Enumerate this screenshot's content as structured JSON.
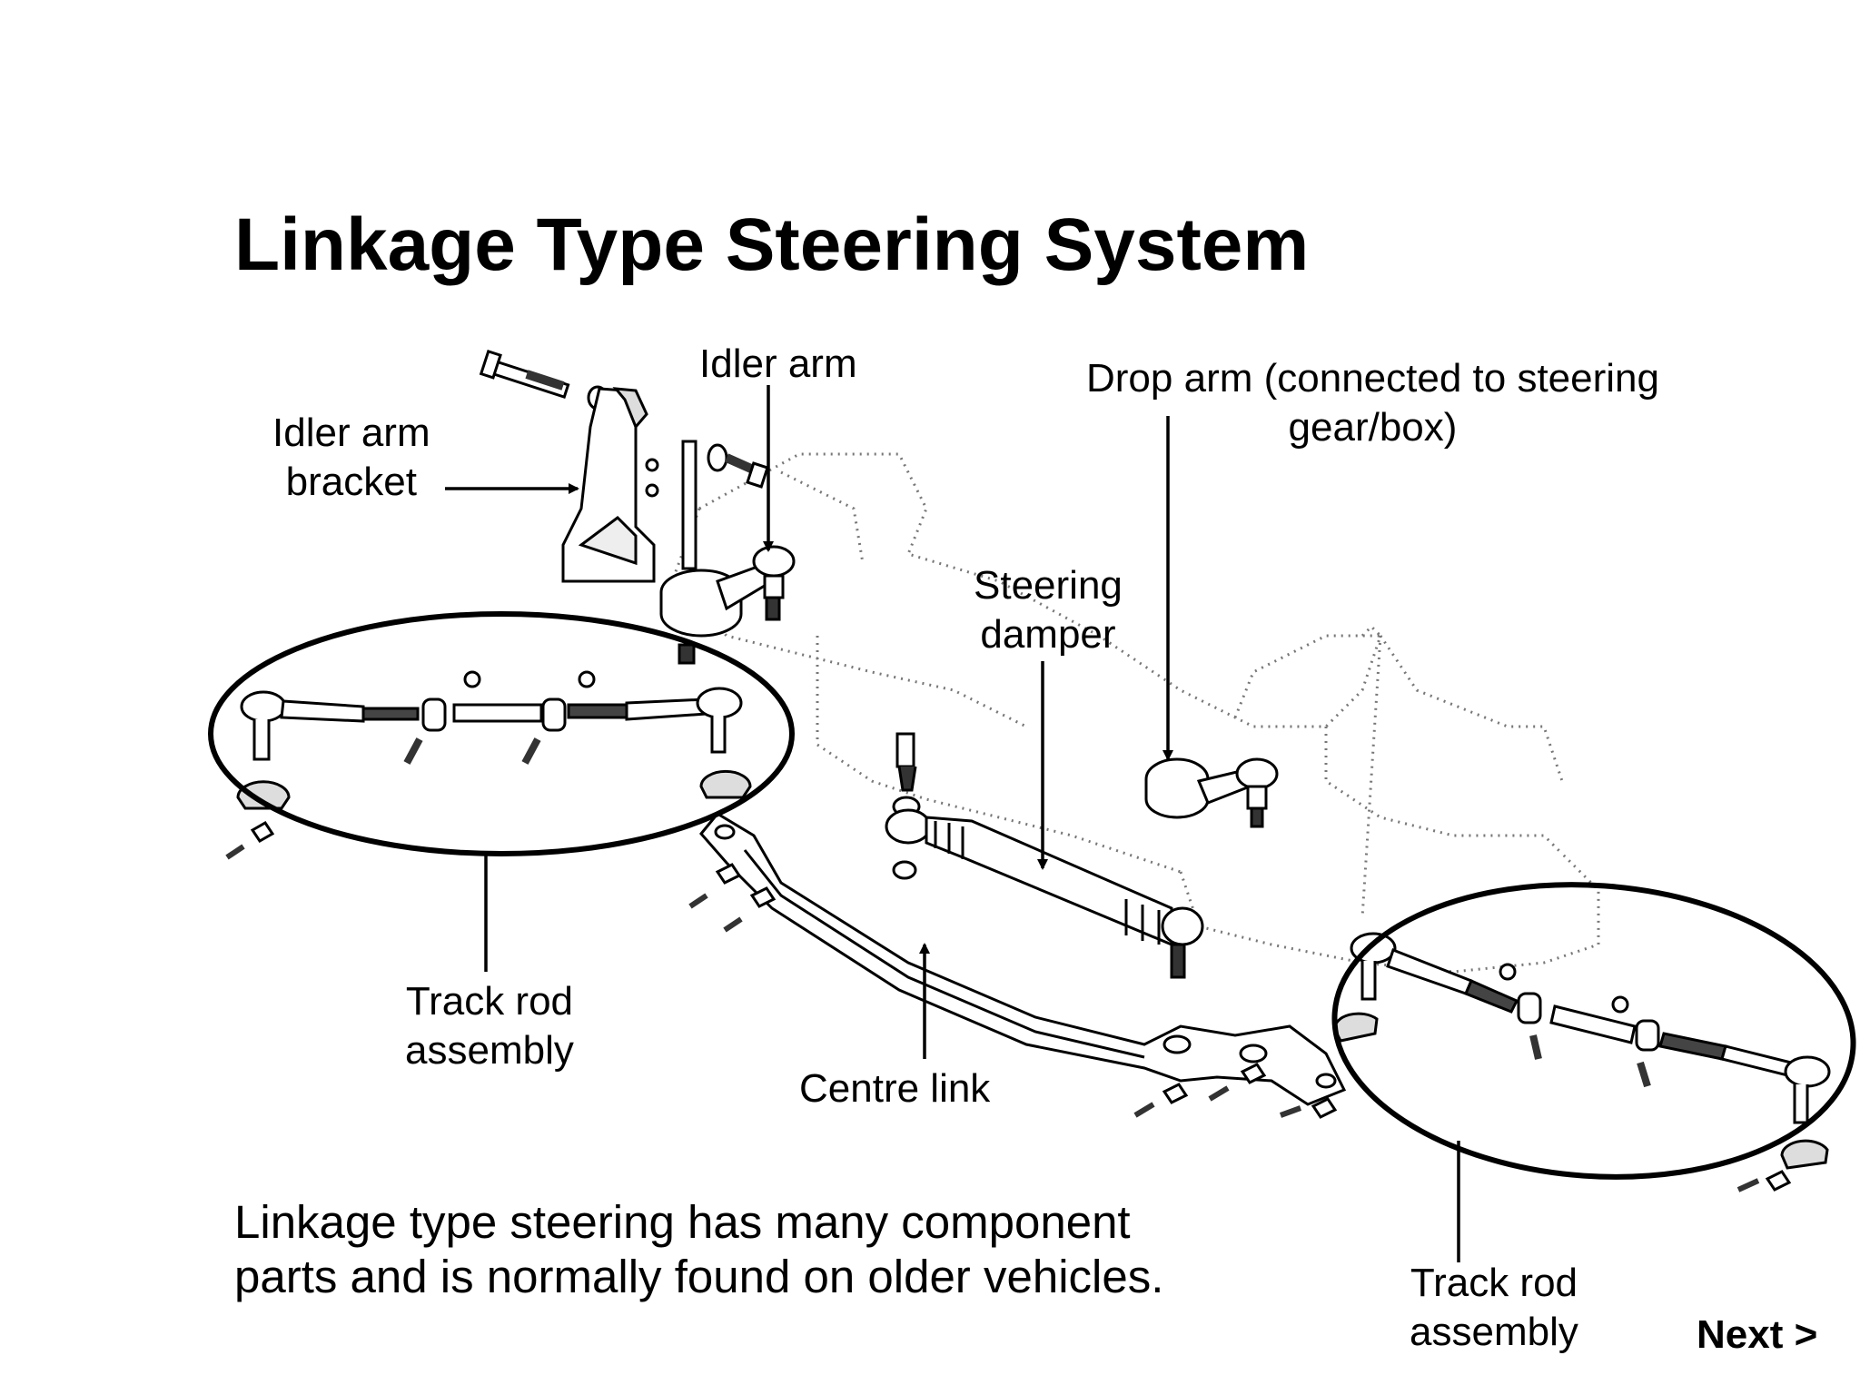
{
  "title": "Linkage Type Steering System",
  "labels": {
    "idler_arm": "Idler arm",
    "idler_arm_bracket": [
      "Idler arm",
      "bracket"
    ],
    "drop_arm": [
      "Drop arm (connected to steering",
      "gear/box)"
    ],
    "steering_damper": [
      "Steering",
      "damper"
    ],
    "track_rod_left": [
      "Track rod",
      "assembly"
    ],
    "centre_link": "Centre link",
    "track_rod_right": [
      "Track rod",
      "assembly"
    ]
  },
  "caption": [
    "Linkage type steering has many component",
    "parts and is normally found on older vehicles."
  ],
  "nav": {
    "next_label": "Next >"
  }
}
